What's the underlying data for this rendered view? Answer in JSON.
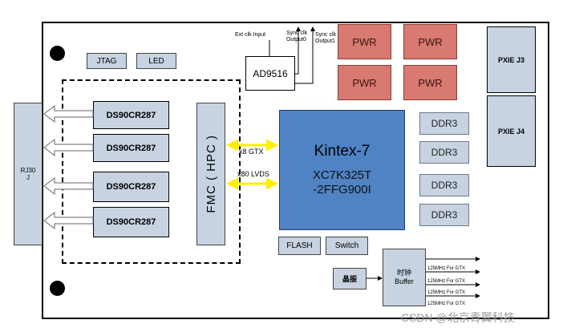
{
  "rj_connector": "RJ30\nJ",
  "jtag": "JTAG",
  "led": "LED",
  "ds_chips": [
    "DS90CR287",
    "DS90CR287",
    "DS90CR287",
    "DS90CR287"
  ],
  "fmc": "FMC ( HPC )",
  "gtx_label": "x8 GTX",
  "lvds_label": "x80 LVDS",
  "ad9516": "AD9516",
  "ext_clk": "Ext clk Input",
  "sync_clk0": "Sync clk\nOutput0",
  "sync_clk1": "Sync clk\nOutput1",
  "pwr": [
    "PWR",
    "PWR",
    "PWR",
    "PWR"
  ],
  "pxie": [
    "PXIE J3",
    "PXIE J4"
  ],
  "fpga_title": "Kintex-7",
  "fpga_part1": "XC7K325T",
  "fpga_part2": "-2FFG900I",
  "ddr": [
    "DDR3",
    "DDR3",
    "DDR3",
    "DDR3"
  ],
  "flash": "FLASH",
  "switch": "Switch",
  "crystal": "晶振",
  "clock_buffer": "时钟\nBuffer",
  "gtx_clk_outputs": [
    "125MHz For GTX",
    "125MHz For GTX",
    "125MHz For GTX",
    "125MHz For GTX"
  ],
  "watermark": "CSDN @北京青翼科技",
  "colors": {
    "chip_fill": "#c8d3e2",
    "pwr_fill": "#d87a72",
    "fpga_fill": "#4f83c4",
    "link_yellow": "#ffee00"
  }
}
